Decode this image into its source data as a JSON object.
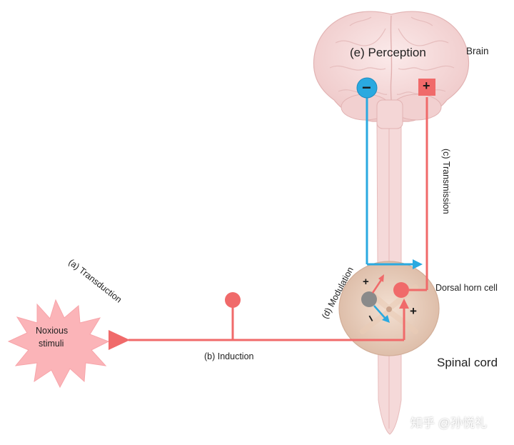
{
  "labels": {
    "perception": "(e) Perception",
    "brain": "Brain",
    "transmission": "(c) Transmission",
    "transduction": "(a) Transduction",
    "noxious_line1": "Noxious",
    "noxious_line2": "stimuli",
    "induction": "(b) Induction",
    "modulation": "(d) Modulation",
    "dorsal_horn": "Dorsal horn cell",
    "spinal_cord": "Spinal cord",
    "minus_sign": "−",
    "plus_sign": "+",
    "mod_plus": "+",
    "mod_minus": "−",
    "dorsal_plus": "+"
  },
  "watermark": "知乎 @孙悦礼",
  "colors": {
    "excitatory": "#f06a6a",
    "inhibitory": "#2aa9e0",
    "brain_fill": "#f6dcdc",
    "cord_fill": "#f5d9d9",
    "section_fill": "#ecd3c3",
    "stimulus_fill": "#fbb4b8",
    "interneuron": "#8a8a8a"
  }
}
